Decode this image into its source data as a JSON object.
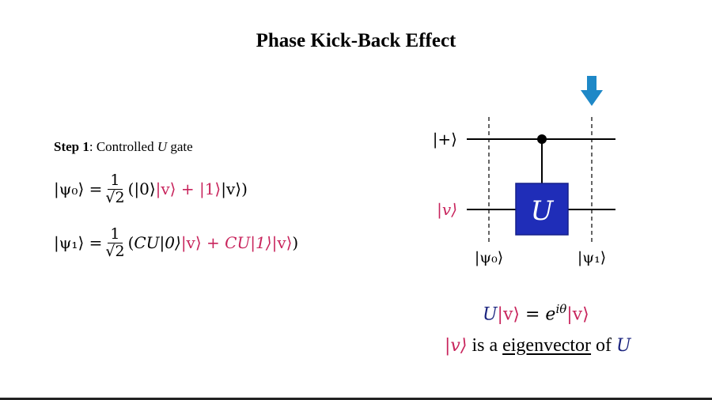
{
  "title": "Phase Kick-Back Effect",
  "step": {
    "label": "Step 1",
    "separator": ": Controlled ",
    "gate_symbol": "U",
    "suffix": " gate"
  },
  "eq1": {
    "lhs": "|ψ₀⟩ =",
    "num": "1",
    "den": "√2",
    "open": "(",
    "t1a": "|0⟩",
    "t1b": "|v⟩",
    "plus": " + ",
    "t2a": "|1⟩",
    "t2b": "|v⟩",
    "close": ")"
  },
  "eq2": {
    "lhs": "|ψ₁⟩ =",
    "num": "1",
    "den": "√2",
    "open": "(",
    "t1a": "CU|0⟩",
    "t1b": "|v⟩",
    "plus": " + ",
    "t2a": "CU|1⟩",
    "t2b": "|v⟩",
    "close": ")"
  },
  "circuit": {
    "top_label": "|+⟩",
    "bottom_label": "|v⟩",
    "gate_label": "U",
    "psi0_label": "|ψ₀⟩",
    "psi1_label": "|ψ₁⟩",
    "gate_color": "#1f2db8",
    "arrow_color": "#1e88c7"
  },
  "relation": {
    "lhs_u": "U",
    "lhs_v": "|v⟩",
    "eq": " = ",
    "exp_base": "e",
    "exp_power": "iθ",
    "rhs_v": "|v⟩"
  },
  "eigen": {
    "v": "|v⟩",
    "text1": " is a ",
    "word": "eigenvector",
    "text2": " of ",
    "u": "U"
  }
}
